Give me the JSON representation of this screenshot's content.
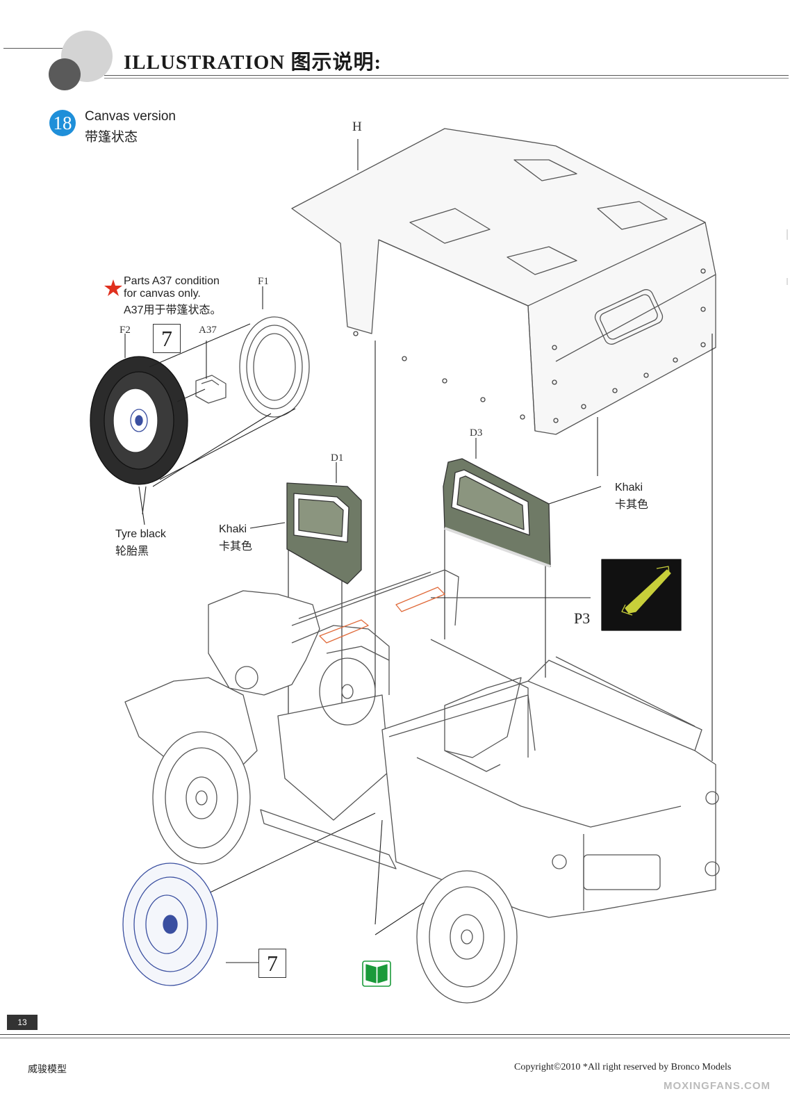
{
  "header": {
    "title": "ILLUSTRATION 图示说明:"
  },
  "step": {
    "number": "18",
    "title_en": "Canvas version",
    "title_cn": "带篷状态"
  },
  "labels": {
    "H": "H",
    "F1": "F1",
    "F2": "F2",
    "A37": "A37",
    "D1": "D1",
    "D3": "D3",
    "P3": "P3",
    "box_ref_top": "7",
    "box_ref_bottom": "7"
  },
  "notes": {
    "star_line1": "Parts A37 condition",
    "star_line2": "for canvas only.",
    "star_line3": "A37用于带篷状态。",
    "tyre_en": "Tyre black",
    "tyre_cn": "轮胎黑",
    "khaki_left_en": "Khaki",
    "khaki_left_cn": "卡其色",
    "khaki_right_en": "Khaki",
    "khaki_right_cn": "卡其色"
  },
  "colors": {
    "step_badge": "#1f8fd9",
    "khaki_panel": "#6f7a66",
    "star": "#e0301e",
    "p3_part": "#c8cf3a",
    "decal_green": "#1a9a3a"
  },
  "footer": {
    "page_number": "13",
    "brand": "威骏模型",
    "copyright": "Copyright©2010  *All right reserved by Bronco Models",
    "watermark": "MOXINGFANS.COM"
  }
}
